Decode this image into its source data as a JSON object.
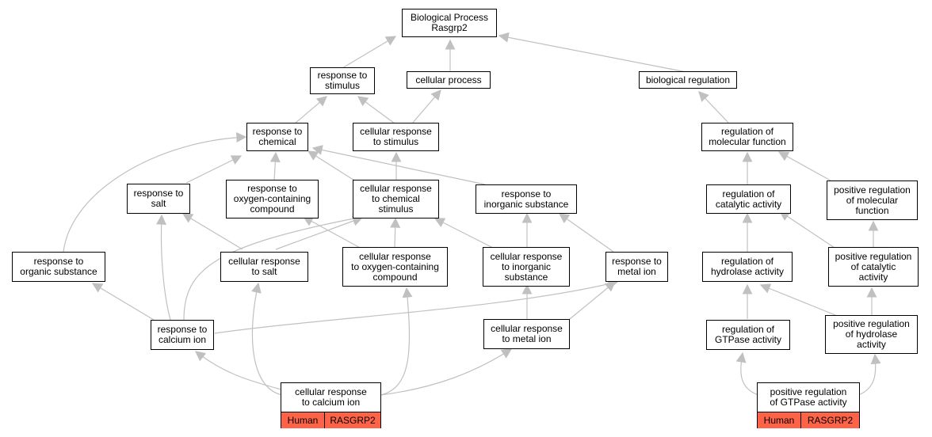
{
  "nodes": {
    "bp": "Biological Process\nRasgrp2",
    "resp_stim": "response to\nstimulus",
    "cell_proc": "cellular process",
    "bio_reg": "biological regulation",
    "resp_chem": "response to\nchemical",
    "cell_resp_stim": "cellular response\nto stimulus",
    "reg_mol": "regulation of\nmolecular function",
    "resp_salt": "response to\nsalt",
    "resp_oxy": "response to\noxygen-containing\ncompound",
    "cell_resp_chem": "cellular response\nto chemical\nstimulus",
    "resp_inorg": "response to\ninorganic substance",
    "reg_cat": "regulation of\ncatalytic activity",
    "pos_reg_mol": "positive regulation\nof molecular\nfunction",
    "resp_org": "response to\norganic substance",
    "cell_resp_salt": "cellular response\nto salt",
    "cell_resp_oxy": "cellular response\nto oxygen-containing\ncompound",
    "cell_resp_inorg": "cellular response\nto inorganic\nsubstance",
    "resp_metal": "response to\nmetal ion",
    "reg_hydro": "regulation of\nhydrolase activity",
    "pos_reg_cat": "positive regulation\nof catalytic\nactivity",
    "resp_ca": "response to\ncalcium ion",
    "cell_resp_metal": "cellular response\nto metal ion",
    "reg_gtp": "regulation of\nGTPase activity",
    "pos_reg_hydro": "positive regulation\nof hydrolase\nactivity"
  },
  "leaves": {
    "cell_resp_ca": {
      "label": "cellular response\nto calcium ion",
      "species": "Human",
      "gene": "RASGRP2"
    },
    "pos_reg_gtp": {
      "label": "positive regulation\nof GTPase activity",
      "species": "Human",
      "gene": "RASGRP2"
    }
  },
  "colors": {
    "edge": "#c0c0c0",
    "annotation": "#ff6347",
    "border": "#000000"
  }
}
